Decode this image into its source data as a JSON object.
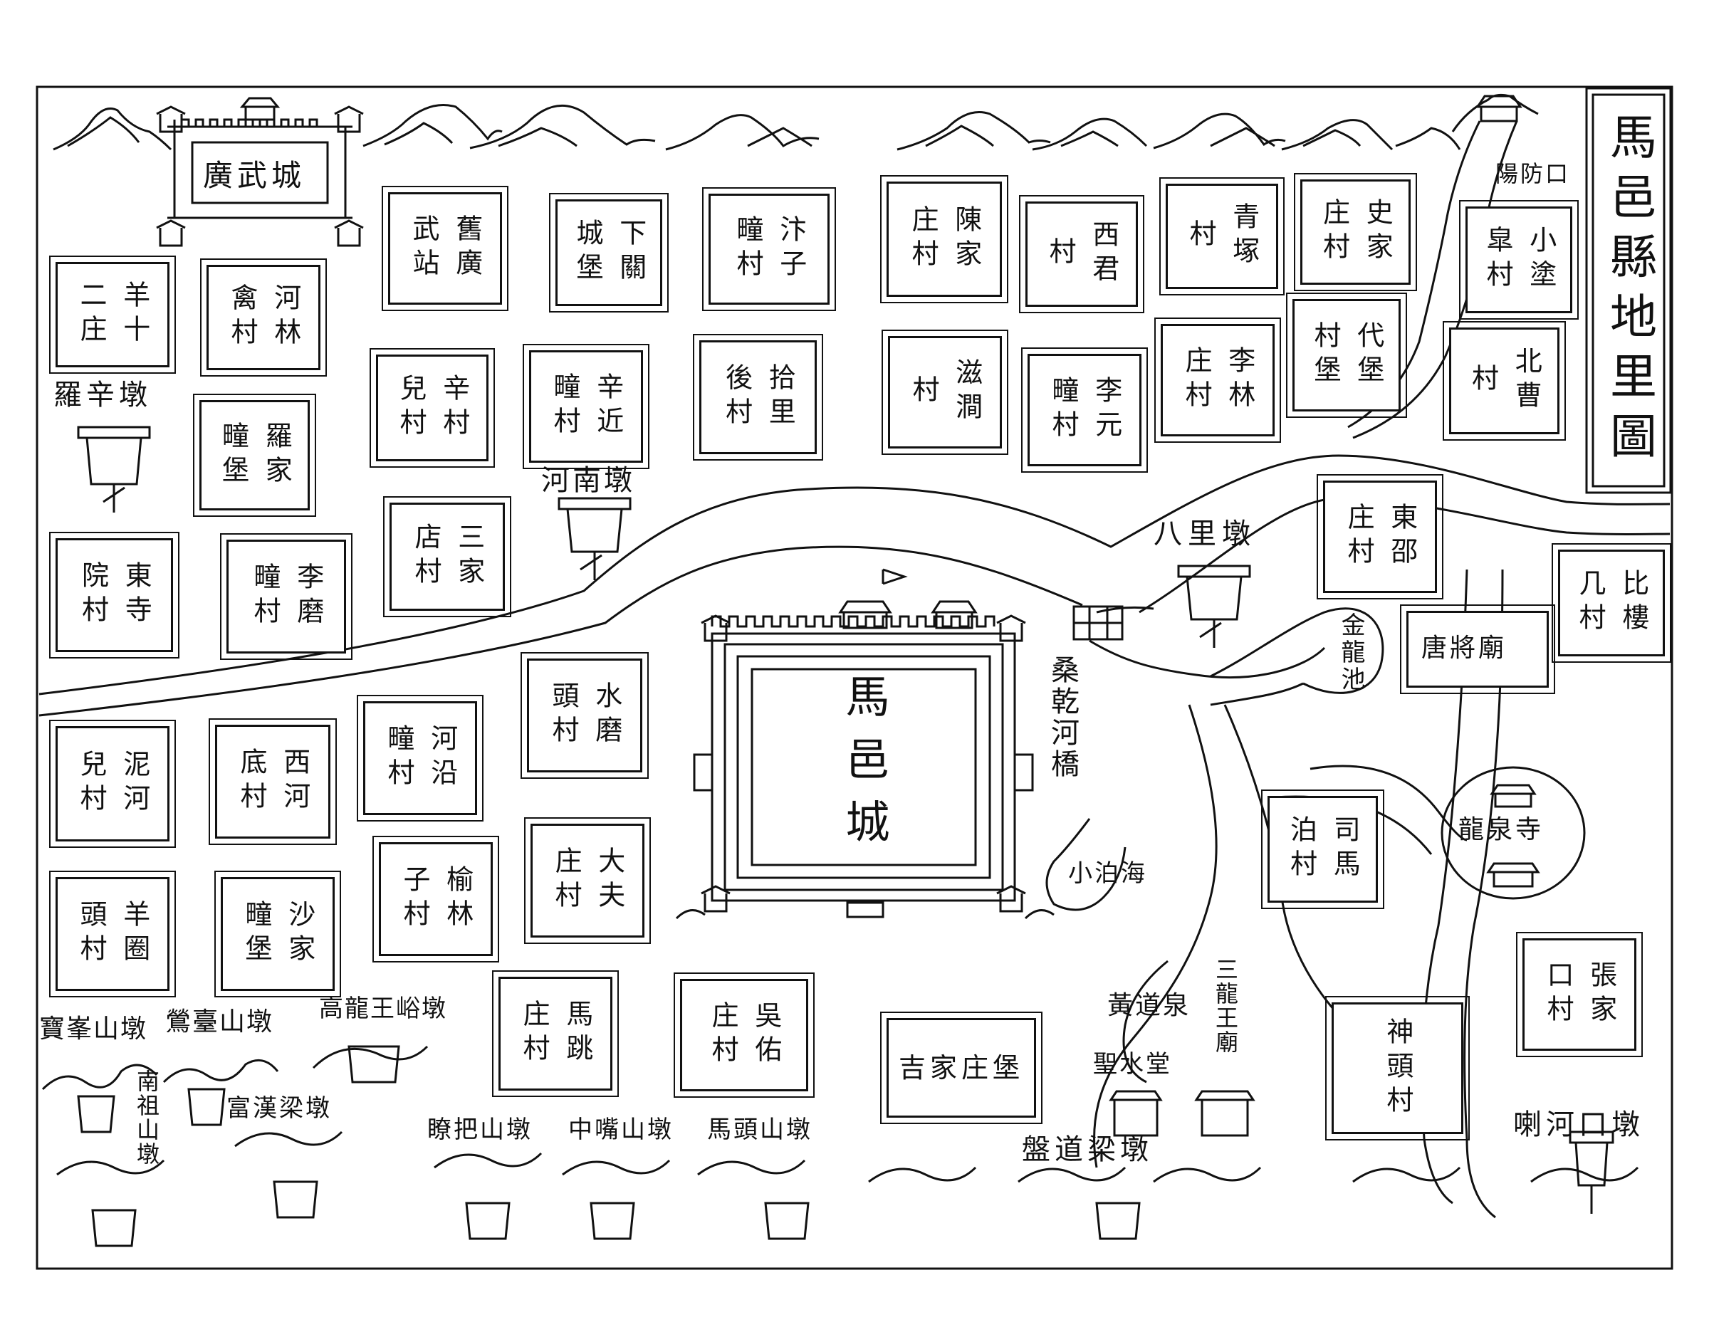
{
  "title": "馬邑縣地里圖",
  "city": {
    "name": "馬邑城"
  },
  "fortress": {
    "name": "廣武城"
  },
  "villages": [
    "羊十二庄",
    "河林禽村",
    "舊廣武站",
    "下關城堡",
    "汴子疃村",
    "陳家庄村",
    "西君村",
    "青塚村",
    "史家庄村",
    "小塗皐村",
    "辛村兒村",
    "辛近疃村",
    "拾里後村",
    "滋澗村",
    "李元疃村",
    "李林庄村",
    "代堡村堡",
    "北曹村",
    "羅家疃堡",
    "東寺院村",
    "李磨疃村",
    "三家店村",
    "東邵庄村",
    "比樓几村",
    "泥河兒村",
    "西河底村",
    "河沿疃村",
    "水磨頭村",
    "羊圈頭村",
    "沙家疃堡",
    "榆林子村",
    "大夫庄村",
    "司馬泊村",
    "張家口村",
    "馬跳庄村",
    "吳佑庄村",
    "吉家庄堡",
    "神頭村"
  ],
  "places": {
    "luo_xin_dun": "羅辛墩",
    "he_nan_dun": "河南墩",
    "ba_li_dun": "八里墩",
    "yang_fang_kou": "陽防口",
    "sangqian_bridge": "桑乾河橋",
    "jinlong_pool": "金龍池",
    "tang_jiang_temple": "唐將廟",
    "longquan_temple": "龍泉寺",
    "xiao_bo_hai": "小泊海",
    "huang_dao_quan": "黃道泉",
    "sheng_shui_tang": "聖水堂",
    "san_long_wang_miao": "三龍王廟",
    "pan_dao_liang_dun": "盤道梁墩",
    "la_he_kou_dun": "喇河口墩",
    "bao_feng_shan_dun": "寶峯山墩",
    "ying_tai_shan_dun": "鶯臺山墩",
    "gao_long_wang_yu_dun": "高龍王峪墩",
    "nan_zu_shan_dun": "南祖山墩",
    "fu_han_liang_dun": "富漢梁墩",
    "liao_ba_shan_dun": "瞭把山墩",
    "zhong_zui_shan_dun": "中嘴山墩",
    "ma_tou_shan_dun": "馬頭山墩"
  },
  "colors": {
    "ink": "#111111",
    "paper": "#ffffff"
  }
}
